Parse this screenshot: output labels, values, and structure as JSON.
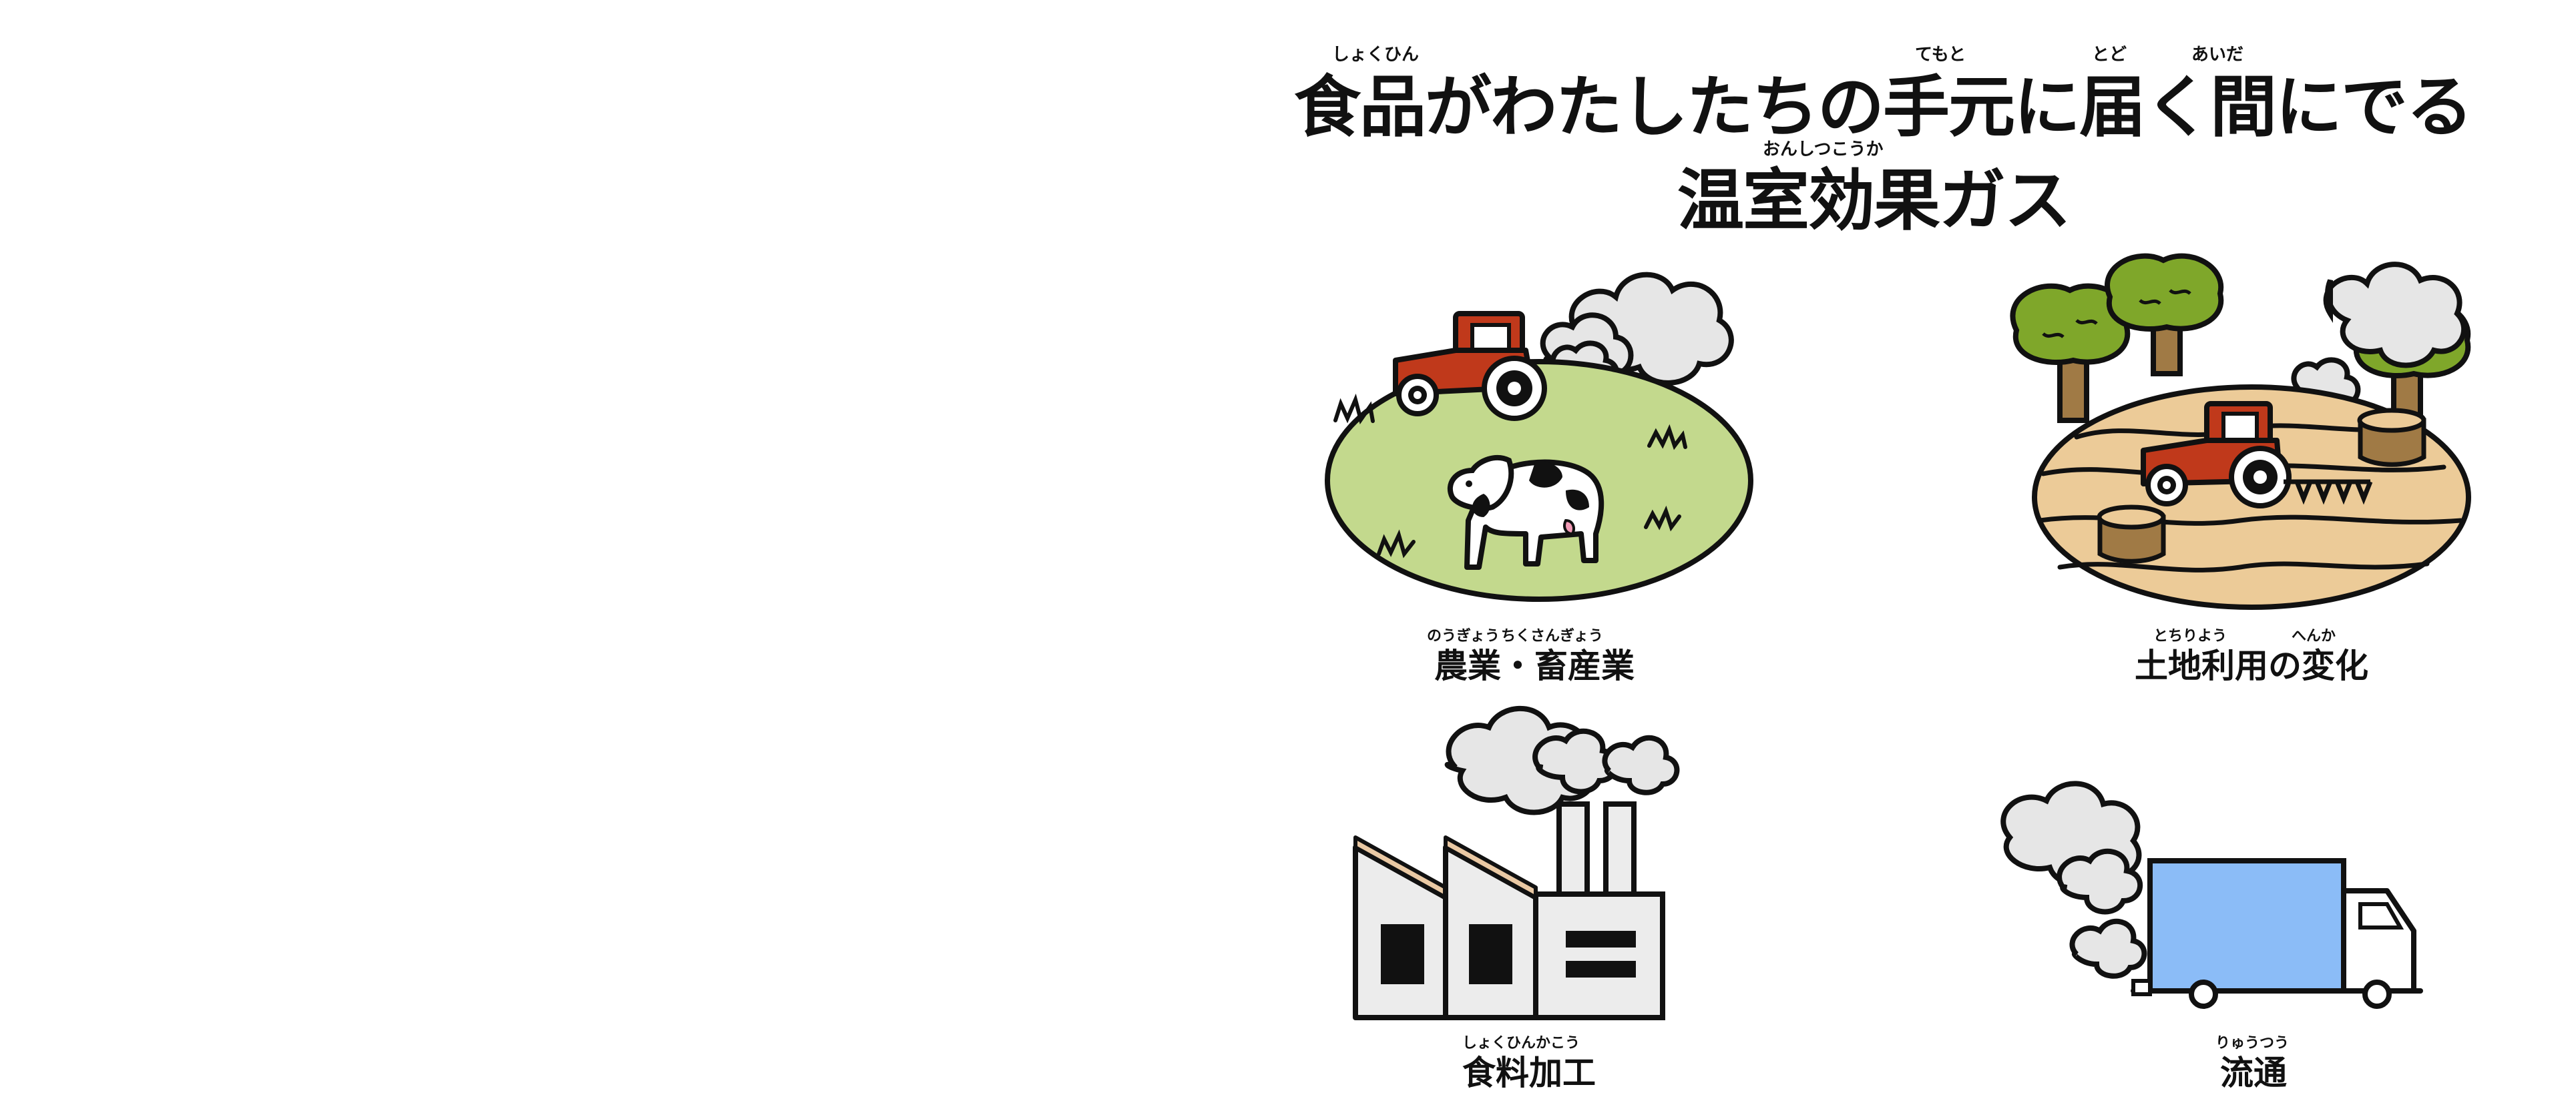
{
  "title": {
    "line1": "食品がわたしたちの手元に届く間にでる",
    "line2": "温室効果ガス",
    "ruby_shokuhin": "しょくひん",
    "ruby_temoto": "てもと",
    "ruby_todo": "とど",
    "ruby_aida": "あいだ",
    "ruby_onshitsukouka": "おんしつこうか"
  },
  "sections": [
    {
      "id": "agriculture",
      "label": "農業・畜産業",
      "ruby_a": "のうぎょう",
      "ruby_b": "ちくさんぎょう"
    },
    {
      "id": "land-use",
      "label": "土地利用の変化",
      "ruby_a": "とちりよう",
      "ruby_b": "へんか"
    },
    {
      "id": "food-processing",
      "label": "食料加工",
      "ruby_a": "しょくひんかこう"
    },
    {
      "id": "distribution",
      "label": "流通",
      "ruby_a": "りゅうつう"
    }
  ],
  "colors": {
    "grass": "#c3d98d",
    "soil": "#eccb98",
    "tractor": "#c0391b",
    "tree": "#7fa72a",
    "trunk": "#a07a45",
    "truck": "#8bbcf7",
    "smoke": "#e6e6e6",
    "factory_roof": "#eac9a4"
  },
  "icons": [
    "tractor-icon",
    "cow-icon",
    "tree-icon",
    "smoke-cloud-icon",
    "factory-icon",
    "truck-icon",
    "plow-icon",
    "stump-icon",
    "grass-tuft-icon"
  ]
}
